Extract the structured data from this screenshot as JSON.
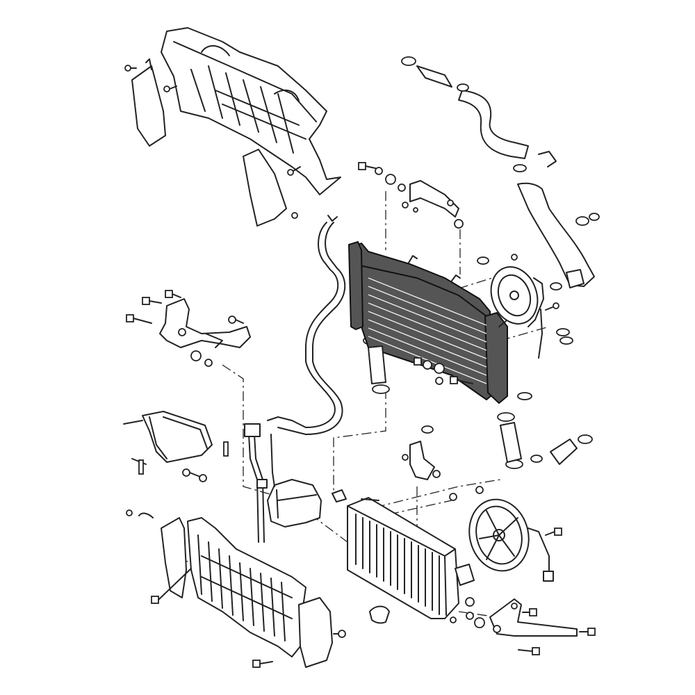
{
  "diagram": {
    "kind": "exploded parts diagram",
    "highlighted_part": "upper-radiator",
    "parts": [
      "upper-radiator-shroud",
      "upper-side-cover",
      "upper-cover-panel",
      "upper-radiator",
      "upper-radiator-fan",
      "upper-mount-bracket",
      "left-side-bracket",
      "air-duct",
      "coolant-pipe",
      "reserve-tank",
      "upper-hose",
      "right-upper-hose",
      "lower-radiator",
      "lower-radiator-fan",
      "lower-radiator-shroud",
      "lower-side-cover",
      "lower-cover-panel",
      "lower-mount-bracket",
      "hose-clamps",
      "bolts"
    ]
  }
}
